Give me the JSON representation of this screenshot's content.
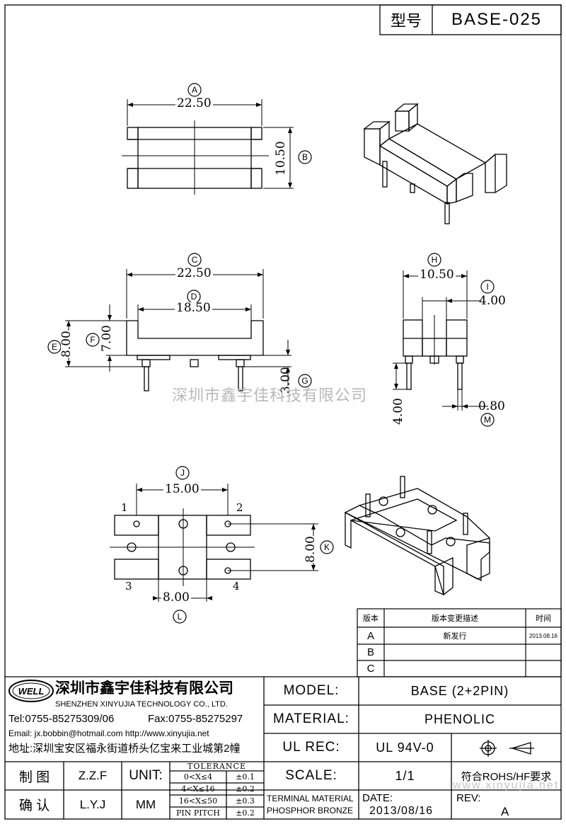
{
  "title_block": {
    "type_label": "型号",
    "model_code": "BASE-025"
  },
  "dimensions": {
    "A": {
      "letter": "A",
      "value": "22.50"
    },
    "B": {
      "letter": "B",
      "value": "10.50"
    },
    "C": {
      "letter": "C",
      "value": "22.50"
    },
    "D": {
      "letter": "D",
      "value": "18.50"
    },
    "E": {
      "letter": "E",
      "value": "8.00"
    },
    "F": {
      "letter": "F",
      "value": "7.00"
    },
    "G": {
      "letter": "G",
      "value": "3.00"
    },
    "H": {
      "letter": "H",
      "value": "10.50"
    },
    "I": {
      "letter": "I",
      "value": "4.00"
    },
    "side_pin": {
      "value": "4.00"
    },
    "M": {
      "letter": "M",
      "value": "0.80"
    },
    "J": {
      "letter": "J",
      "value": "15.00"
    },
    "K": {
      "letter": "K",
      "value": "8.00"
    },
    "L": {
      "letter": "L",
      "value": "8.00"
    }
  },
  "pin_numbers": [
    "1",
    "2",
    "3",
    "4"
  ],
  "watermark": "深圳市鑫宇佳科技有限公司",
  "revision_table": {
    "headers": [
      "版本",
      "版本变更描述",
      "时间"
    ],
    "rows": [
      {
        "rev": "A",
        "desc": "新发行",
        "date": "2013.08.16"
      },
      {
        "rev": "B",
        "desc": "",
        "date": ""
      },
      {
        "rev": "C",
        "desc": "",
        "date": ""
      }
    ]
  },
  "company": {
    "logo_text": "WELL",
    "name_cn": "深圳市鑫宇佳科技有限公司",
    "name_en": "SHENZHEN XINYUJIA TECHNOLOGY CO., LTD.",
    "tel": "Tel:0755-85275309/06",
    "fax": "Fax:0755-85275297",
    "email": "Email: jx.bobbin@hotmail.com http://www.xinyujia.net",
    "address": "地址:深圳宝安区福永街道桥头亿宝来工业城第2幢"
  },
  "sign": {
    "draw_label": "制 图",
    "draw_name": "Z.Z.F",
    "check_label": "确 认",
    "check_name": "L.Y.J",
    "unit_label": "UNIT:",
    "unit_value": "MM"
  },
  "tolerance": {
    "title": "TOLERANCE",
    "rows": [
      {
        "range": "0<X≤4",
        "tol": "±0.1"
      },
      {
        "range": "4<X≤16",
        "tol": "±0.2"
      },
      {
        "range": "16<X≤50",
        "tol": "±0.3"
      },
      {
        "range": "PIN PITCH",
        "tol": "±0.2"
      }
    ]
  },
  "spec": {
    "model_label": "MODEL:",
    "model_value": "BASE (2+2PIN)",
    "material_label": "MATERIAL:",
    "material_value": "PHENOLIC",
    "ulrec_label": "UL REC:",
    "ulrec_value": "UL 94V-0",
    "scale_label": "SCALE:",
    "scale_value": "1/1",
    "rohs": "符合ROHS/HF要求",
    "terminal_label": "TERMINAL MATERIAL",
    "terminal_value": "PHOSPHOR BRONZE",
    "date_label": "DATE:",
    "date_value": "2013/08/16",
    "rev_label": "REV:",
    "rev_value": "A",
    "site_watermark": "www.xinyujia.net"
  }
}
